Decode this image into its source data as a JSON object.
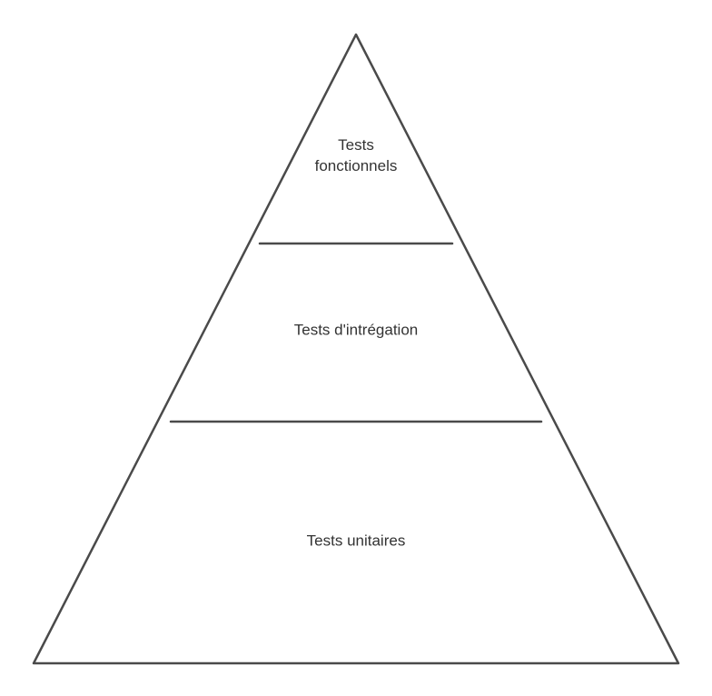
{
  "pyramid": {
    "tiers": [
      {
        "line1": "Tests",
        "line2": "fonctionnels"
      },
      {
        "label": "Tests d'intrégation"
      },
      {
        "label": "Tests unitaires"
      }
    ]
  }
}
